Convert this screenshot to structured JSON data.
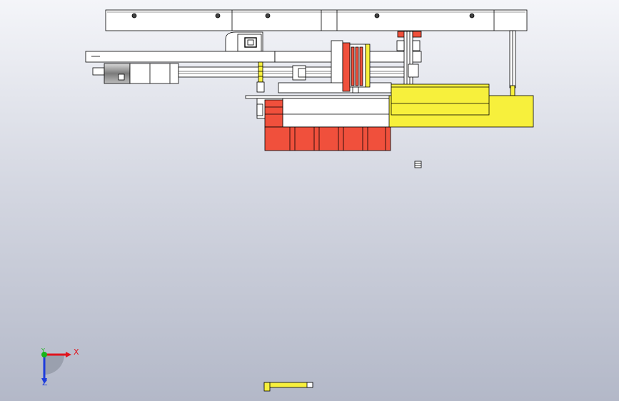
{
  "viewport": {
    "background_top": "#f4f5f9",
    "background_bottom": "#b3b8c8"
  },
  "triad": {
    "x_label": "X",
    "y_label": "Y",
    "z_label": "Z",
    "x_color": "#e0141e",
    "y_color": "#19b419",
    "z_color": "#1e3cdc"
  },
  "colors": {
    "part_white": "#ffffff",
    "part_red": "#f0503c",
    "part_yellow": "#f7f03c",
    "motor_grey": "#8c8c8c",
    "edge": "#000000"
  }
}
